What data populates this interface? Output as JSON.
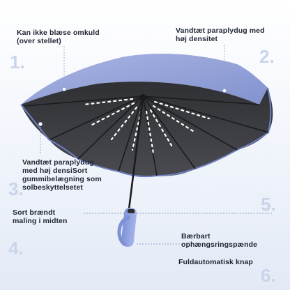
{
  "callouts": [
    {
      "number": "1.",
      "lines": [
        "Kan ikke blæse omkuld",
        "(over stellet)"
      ]
    },
    {
      "number": "2.",
      "lines": [
        "Vandtæt paraplydug med",
        "høj densitet"
      ]
    },
    {
      "number": "3.",
      "lines": [
        "Vandtæt paraplydug",
        "med høj densiSort",
        "gummibelægning som",
        "solbeskyttelsetet"
      ]
    },
    {
      "number": "4.",
      "lines": [
        "Sort brændt",
        "maling i midten"
      ]
    },
    {
      "number": "5.",
      "lines": [
        "Bærbart",
        "ophængsringspænde"
      ]
    },
    {
      "number": "6.",
      "lines": [
        "Fuldautomatisk knap"
      ]
    }
  ],
  "colors": {
    "canopy_top": "#9aa7d8",
    "canopy_inner": "#3e3f44",
    "handle": "#8fa2e0",
    "number_tint": "#c9d5ea"
  }
}
